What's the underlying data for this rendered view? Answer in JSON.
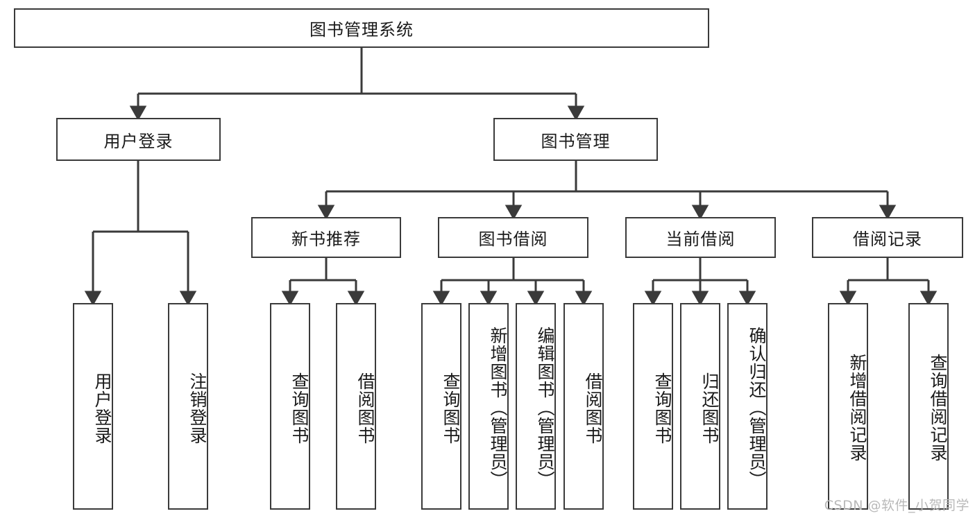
{
  "diagram": {
    "title": "图书管理系统",
    "watermark": "CSDN @软件_小贺同学",
    "colors": {
      "border": "#3a3a3a",
      "background": "#ffffff",
      "text": "#1a1a1a",
      "edge": "#3a3a3a",
      "watermark": "#b9b9b9"
    },
    "levels": {
      "root": {
        "label": "图书管理系统"
      },
      "level2": [
        {
          "label": "用户登录"
        },
        {
          "label": "图书管理"
        }
      ],
      "level3": [
        {
          "label": "新书推荐"
        },
        {
          "label": "图书借阅"
        },
        {
          "label": "当前借阅"
        },
        {
          "label": "借阅记录"
        }
      ],
      "leaves": {
        "user_login": [
          {
            "label": "用户登录"
          },
          {
            "label": "注销登录"
          }
        ],
        "new_book_recommend": [
          {
            "label": "查询图书"
          },
          {
            "label": "借阅图书"
          }
        ],
        "book_borrow": [
          {
            "label": "查询图书"
          },
          {
            "label": "新增图书（管理员）"
          },
          {
            "label": "编辑图书（管理员）"
          },
          {
            "label": "借阅图书"
          }
        ],
        "current_borrow": [
          {
            "label": "查询图书"
          },
          {
            "label": "归还图书"
          },
          {
            "label": "确认归还（管理员）"
          }
        ],
        "borrow_record": [
          {
            "label": "新增借阅记录"
          },
          {
            "label": "查询借阅记录"
          }
        ]
      }
    }
  }
}
